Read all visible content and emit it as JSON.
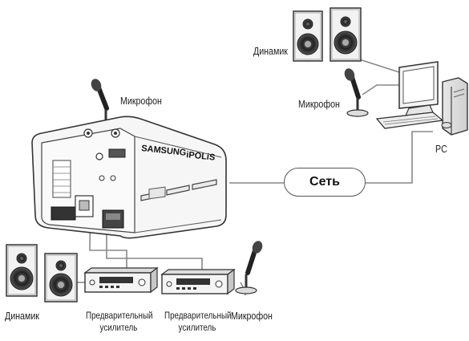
{
  "labels": {
    "speaker_top": "Динамик",
    "mic_top": "Микрофон",
    "pc": "PC",
    "mic_camera": "Микрофон",
    "network": "Сеть",
    "speaker_bottom": "Динамик",
    "preamp_left_line1": "Предварительный",
    "preamp_left_line2": "усилитель",
    "preamp_right_line1": "Предварительный",
    "preamp_right_line2": "усилитель",
    "mic_bottom": "Микрофон"
  },
  "camera": {
    "brand": "SAMSUNG",
    "series": "iPOLiS"
  }
}
